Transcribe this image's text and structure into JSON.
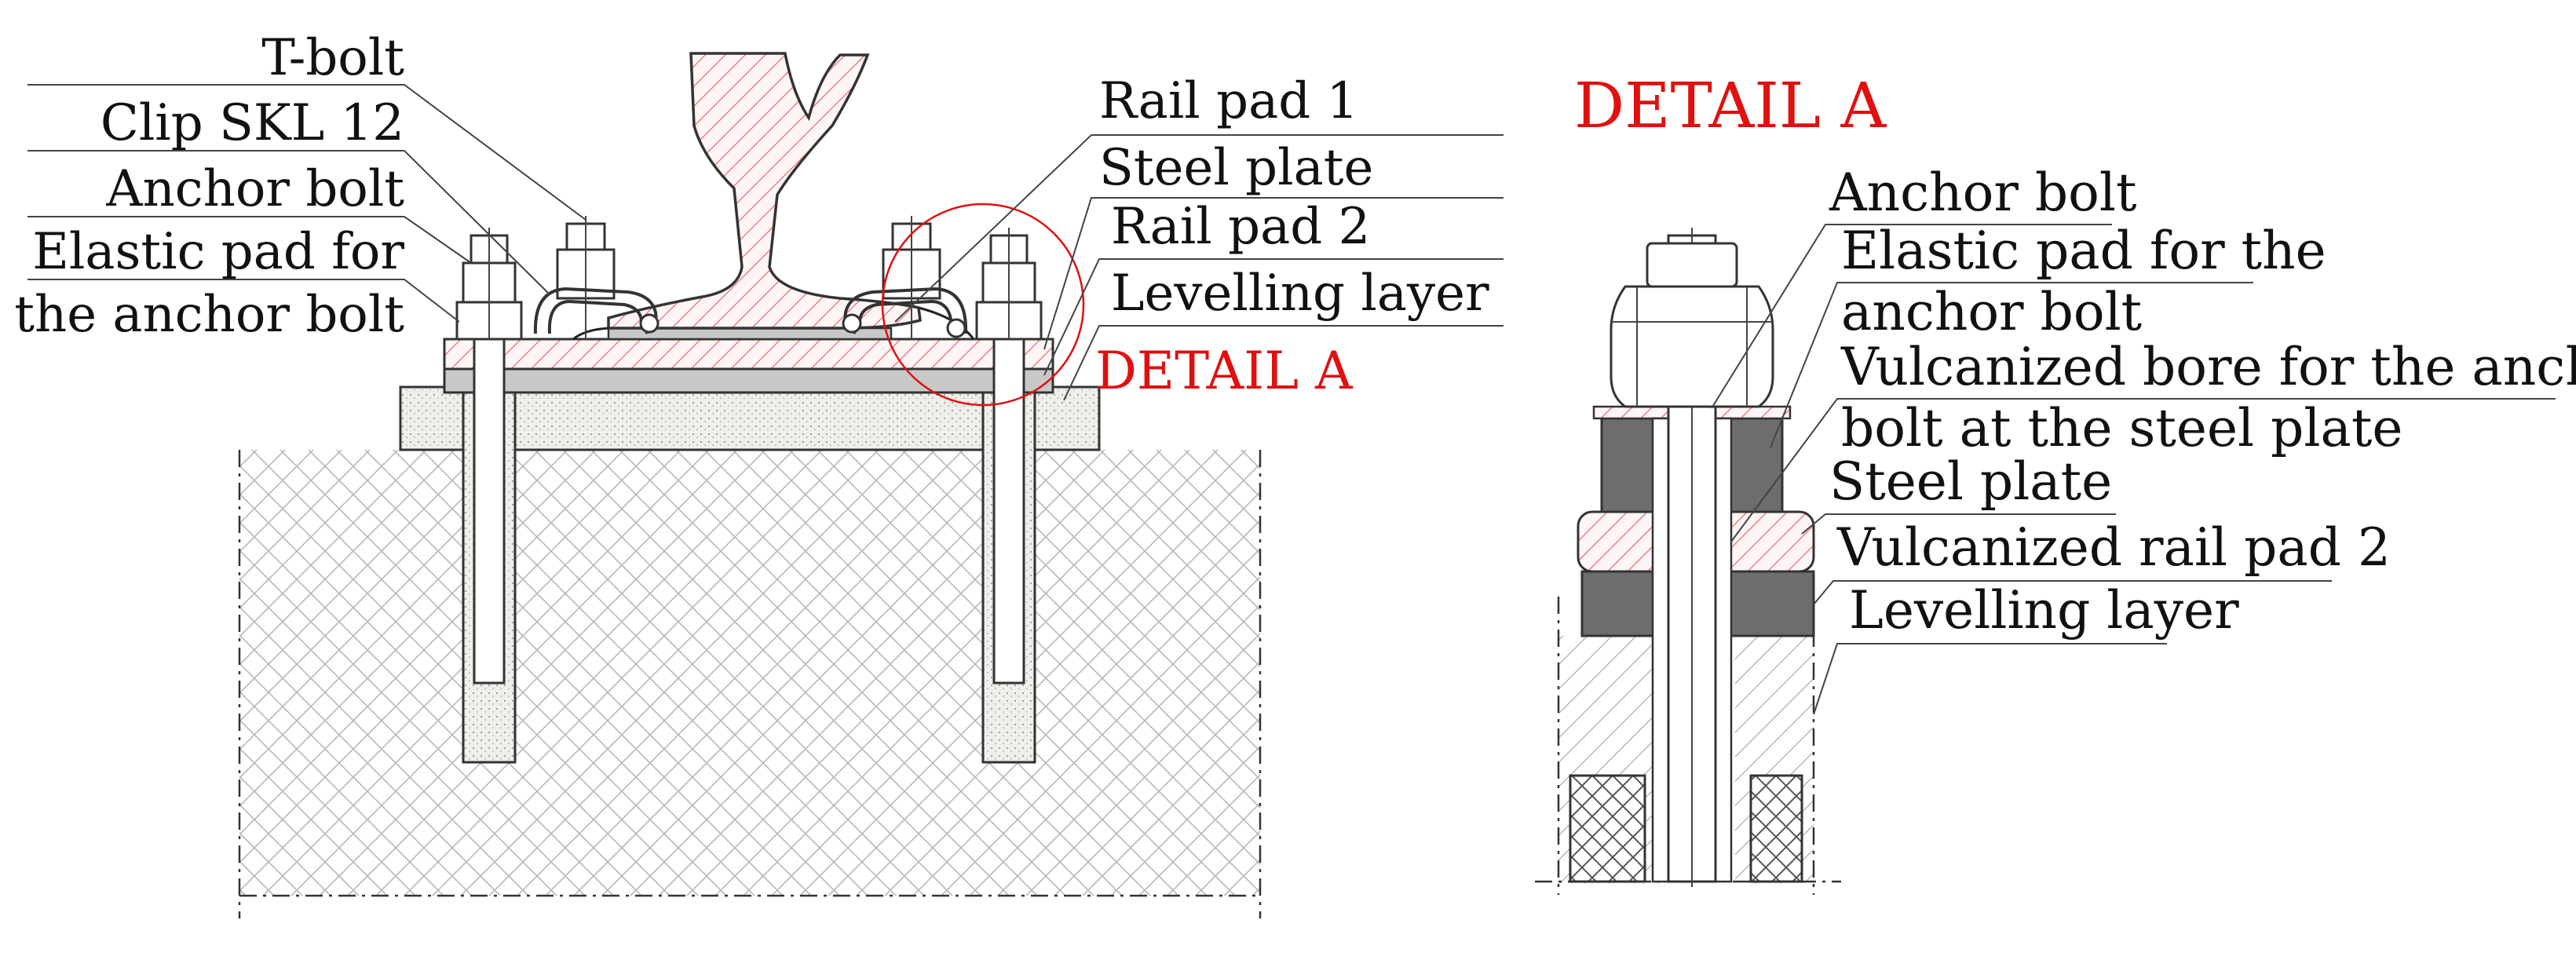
{
  "colors": {
    "red": "#e01010",
    "hatch_red": "#e8a8a8",
    "steel_gray": "#c8c8c8",
    "dark_gray": "#6d6d6d",
    "concrete": "#e6e6e0"
  },
  "left_labels": {
    "t_bolt": "T-bolt",
    "clip": "Clip SKL 12",
    "anchor_bolt": "Anchor bolt",
    "elastic_pad_1": "Elastic pad for",
    "elastic_pad_2": "the anchor bolt"
  },
  "mid_labels": {
    "rail_pad_1": "Rail pad 1",
    "steel_plate": "Steel plate",
    "rail_pad_2": "Rail pad 2",
    "levelling": "Levelling layer",
    "detail_marker": "DETAIL  A"
  },
  "detail": {
    "title": "DETAIL  A",
    "anchor_bolt": "Anchor bolt",
    "elastic_pad_1": "Elastic pad for the",
    "elastic_pad_2": "anchor bolt",
    "vulcanized_bore_1": "Vulcanized bore for the anchor",
    "vulcanized_bore_2": "bolt at the steel plate",
    "steel_plate": "Steel plate",
    "vulcanized_pad": "Vulcanized rail pad 2",
    "levelling": "Levelling layer"
  }
}
